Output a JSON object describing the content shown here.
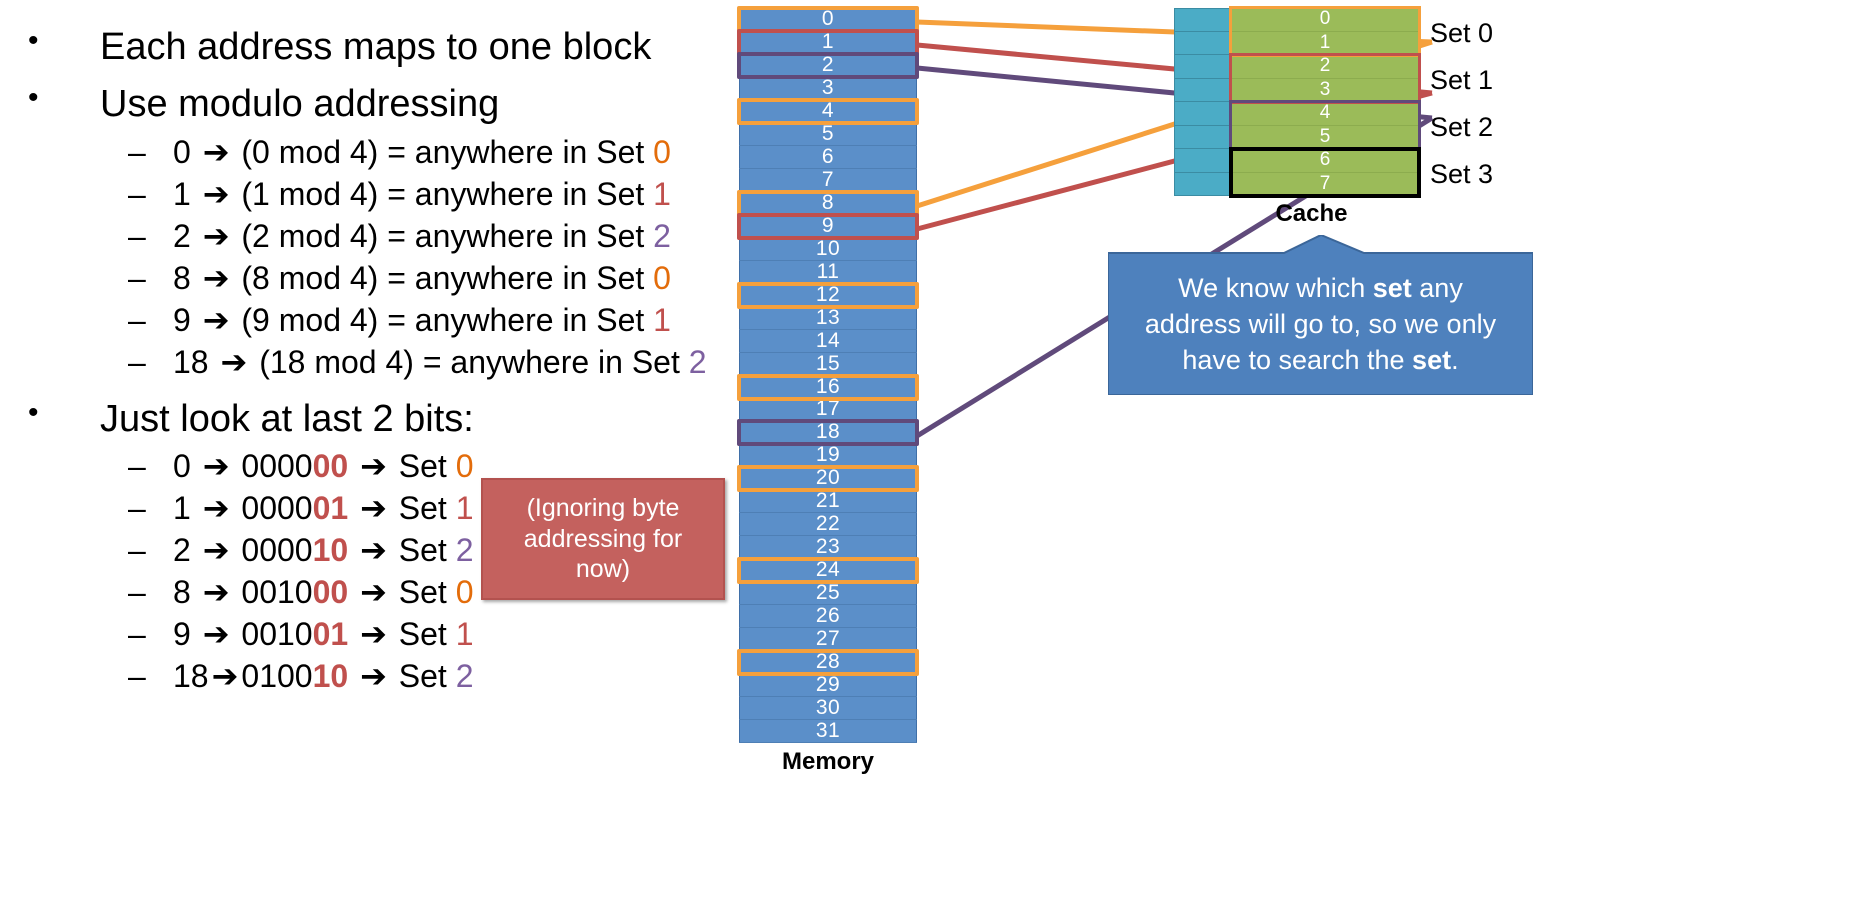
{
  "slide": {
    "title_text": "Each address maps to one block",
    "colors": {
      "set0": "#E36C0A",
      "set1": "#C0504D",
      "set2": "#7D60A0",
      "memory_block": "#5B8FC9",
      "cache_green": "#9BBB59",
      "cache_cyan": "#4BACC6",
      "callout_red": "#C4615E",
      "callout_blue": "#4E81BD",
      "highlight_orange": "#F5A03C",
      "highlight_red": "#C0504D",
      "highlight_purple": "#604A7B",
      "set3_border": "#000000"
    }
  },
  "bullets": [
    {
      "level": 1,
      "text": "Each address maps to one block"
    },
    {
      "level": 1,
      "text": "Use modulo addressing"
    },
    {
      "level": 1,
      "text": "Just look at last 2 bits:"
    }
  ],
  "modulo_lines": [
    {
      "addr": "0",
      "expr": "(0 mod 4) = anywhere in Set",
      "set": "0",
      "set_class": "s0"
    },
    {
      "addr": "1",
      "expr": "(1 mod 4) = anywhere in Set",
      "set": "1",
      "set_class": "s1"
    },
    {
      "addr": "2",
      "expr": "(2 mod 4) = anywhere in Set",
      "set": "2",
      "set_class": "s2"
    },
    {
      "addr": "8",
      "expr": "(8 mod 4) = anywhere in Set",
      "set": "0",
      "set_class": "s0"
    },
    {
      "addr": "9",
      "expr": "(9 mod 4) = anywhere in Set",
      "set": "1",
      "set_class": "s1"
    },
    {
      "addr": "18",
      "expr": "(18 mod 4) = anywhere in Set",
      "set": "2",
      "set_class": "s2"
    }
  ],
  "bit_lines": [
    {
      "addr": "0",
      "prefix": "0000",
      "bits": "00",
      "set": "0",
      "set_class": "s0"
    },
    {
      "addr": "1",
      "prefix": "0000",
      "bits": "01",
      "set": "1",
      "set_class": "s1"
    },
    {
      "addr": "2",
      "prefix": "0000",
      "bits": "10",
      "set": "2",
      "set_class": "s2"
    },
    {
      "addr": "8",
      "prefix": "0010",
      "bits": "00",
      "set": "0",
      "set_class": "s0"
    },
    {
      "addr": "9",
      "prefix": "0010",
      "bits": "01",
      "set": "1",
      "set_class": "s1"
    },
    {
      "addr": "18",
      "prefix": "0100",
      "bits": "10",
      "set": "2",
      "set_class": "s2"
    }
  ],
  "arrow_glyph": "➔",
  "red_callout": {
    "text": "(Ignoring byte addressing for now)"
  },
  "blue_callout": {
    "part1": "We know which ",
    "bold1": "set",
    "part2": " any address will go to, so we only have to search the ",
    "bold2": "set",
    "part3": "."
  },
  "memory": {
    "label": "Memory",
    "blocks": [
      {
        "n": "0",
        "hl": "o"
      },
      {
        "n": "1",
        "hl": "r"
      },
      {
        "n": "2",
        "hl": "p"
      },
      {
        "n": "3",
        "hl": ""
      },
      {
        "n": "4",
        "hl": "o"
      },
      {
        "n": "5",
        "hl": ""
      },
      {
        "n": "6",
        "hl": ""
      },
      {
        "n": "7",
        "hl": ""
      },
      {
        "n": "8",
        "hl": "o"
      },
      {
        "n": "9",
        "hl": "r"
      },
      {
        "n": "10",
        "hl": ""
      },
      {
        "n": "11",
        "hl": ""
      },
      {
        "n": "12",
        "hl": "o"
      },
      {
        "n": "13",
        "hl": ""
      },
      {
        "n": "14",
        "hl": ""
      },
      {
        "n": "15",
        "hl": ""
      },
      {
        "n": "16",
        "hl": "o"
      },
      {
        "n": "17",
        "hl": ""
      },
      {
        "n": "18",
        "hl": "p"
      },
      {
        "n": "19",
        "hl": ""
      },
      {
        "n": "20",
        "hl": "o"
      },
      {
        "n": "21",
        "hl": ""
      },
      {
        "n": "22",
        "hl": ""
      },
      {
        "n": "23",
        "hl": ""
      },
      {
        "n": "24",
        "hl": "o"
      },
      {
        "n": "25",
        "hl": ""
      },
      {
        "n": "26",
        "hl": ""
      },
      {
        "n": "27",
        "hl": ""
      },
      {
        "n": "28",
        "hl": "o"
      },
      {
        "n": "29",
        "hl": ""
      },
      {
        "n": "30",
        "hl": ""
      },
      {
        "n": "31",
        "hl": ""
      }
    ]
  },
  "cache": {
    "label": "Cache",
    "lines": [
      "0",
      "1",
      "2",
      "3",
      "4",
      "5",
      "6",
      "7"
    ],
    "sets": [
      {
        "label": "Set 0",
        "border": "o"
      },
      {
        "label": "Set 1",
        "border": "r"
      },
      {
        "label": "Set 2",
        "border": "p"
      },
      {
        "label": "Set 3",
        "border": "k"
      }
    ]
  }
}
